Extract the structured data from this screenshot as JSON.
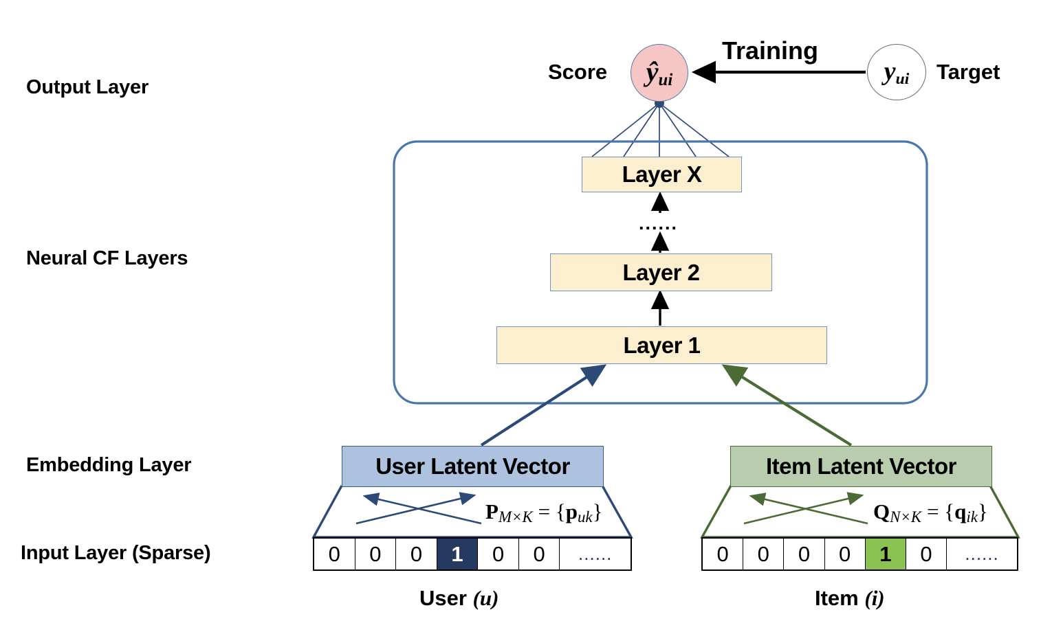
{
  "figure": {
    "type": "neural-network-architecture-diagram",
    "title": "Neural Collaborative Filtering framework"
  },
  "row_labels": [
    {
      "id": "output-layer",
      "text": "Output Layer"
    },
    {
      "id": "neural-cf-layers",
      "text": "Neural CF Layers"
    },
    {
      "id": "embedding-layer",
      "text": "Embedding Layer"
    },
    {
      "id": "input-layer",
      "text": "Input Layer (Sparse)"
    }
  ],
  "output": {
    "score_label": "Score",
    "score_node": "ŷ",
    "score_node_sub": "ui",
    "training_label": "Training",
    "target_label": "Target",
    "target_node": "y",
    "target_node_sub": "ui"
  },
  "cf_layers": [
    {
      "id": "layer-x",
      "label": "Layer X"
    },
    {
      "id": "layer-ellipsis",
      "label": "......"
    },
    {
      "id": "layer-2",
      "label": "Layer 2"
    },
    {
      "id": "layer-1",
      "label": "Layer 1"
    }
  ],
  "embedding": {
    "user": {
      "box_label": "User Latent Vector",
      "matrix_symbol": "P",
      "matrix_dims": "M×K",
      "matrix_equals": "=",
      "matrix_entries_open": "{",
      "matrix_entry": "p",
      "matrix_entry_sub": "uk",
      "matrix_entries_close": "}"
    },
    "item": {
      "box_label": "Item Latent Vector",
      "matrix_symbol": "Q",
      "matrix_dims": "N×K",
      "matrix_equals": "=",
      "matrix_entries_open": "{",
      "matrix_entry": "q",
      "matrix_entry_sub": "ik",
      "matrix_entries_close": "}"
    }
  },
  "input": {
    "user": {
      "cells": [
        "0",
        "0",
        "0",
        "1",
        "0",
        "0",
        "......"
      ],
      "hot_index": 3,
      "caption_main": "User",
      "caption_var": "(u)"
    },
    "item": {
      "cells": [
        "0",
        "0",
        "0",
        "0",
        "1",
        "0",
        "......"
      ],
      "hot_index": 4,
      "caption_main": "Item",
      "caption_var": "(i)"
    }
  },
  "colors": {
    "score_fill": "#f5c6c3",
    "layer_fill": "#fbefd0",
    "layer_stroke": "#6f93bd",
    "user_latent_fill": "#adc2de",
    "user_latent_stroke": "#3a5b86",
    "item_latent_fill": "#b8ccae",
    "item_latent_stroke": "#4a6b35",
    "user_hot_fill": "#253a5e",
    "item_hot_fill": "#8cc153",
    "cf_box_stroke": "#4a76a8",
    "user_arrow": "#2d4a77",
    "item_arrow": "#4a6b35"
  }
}
